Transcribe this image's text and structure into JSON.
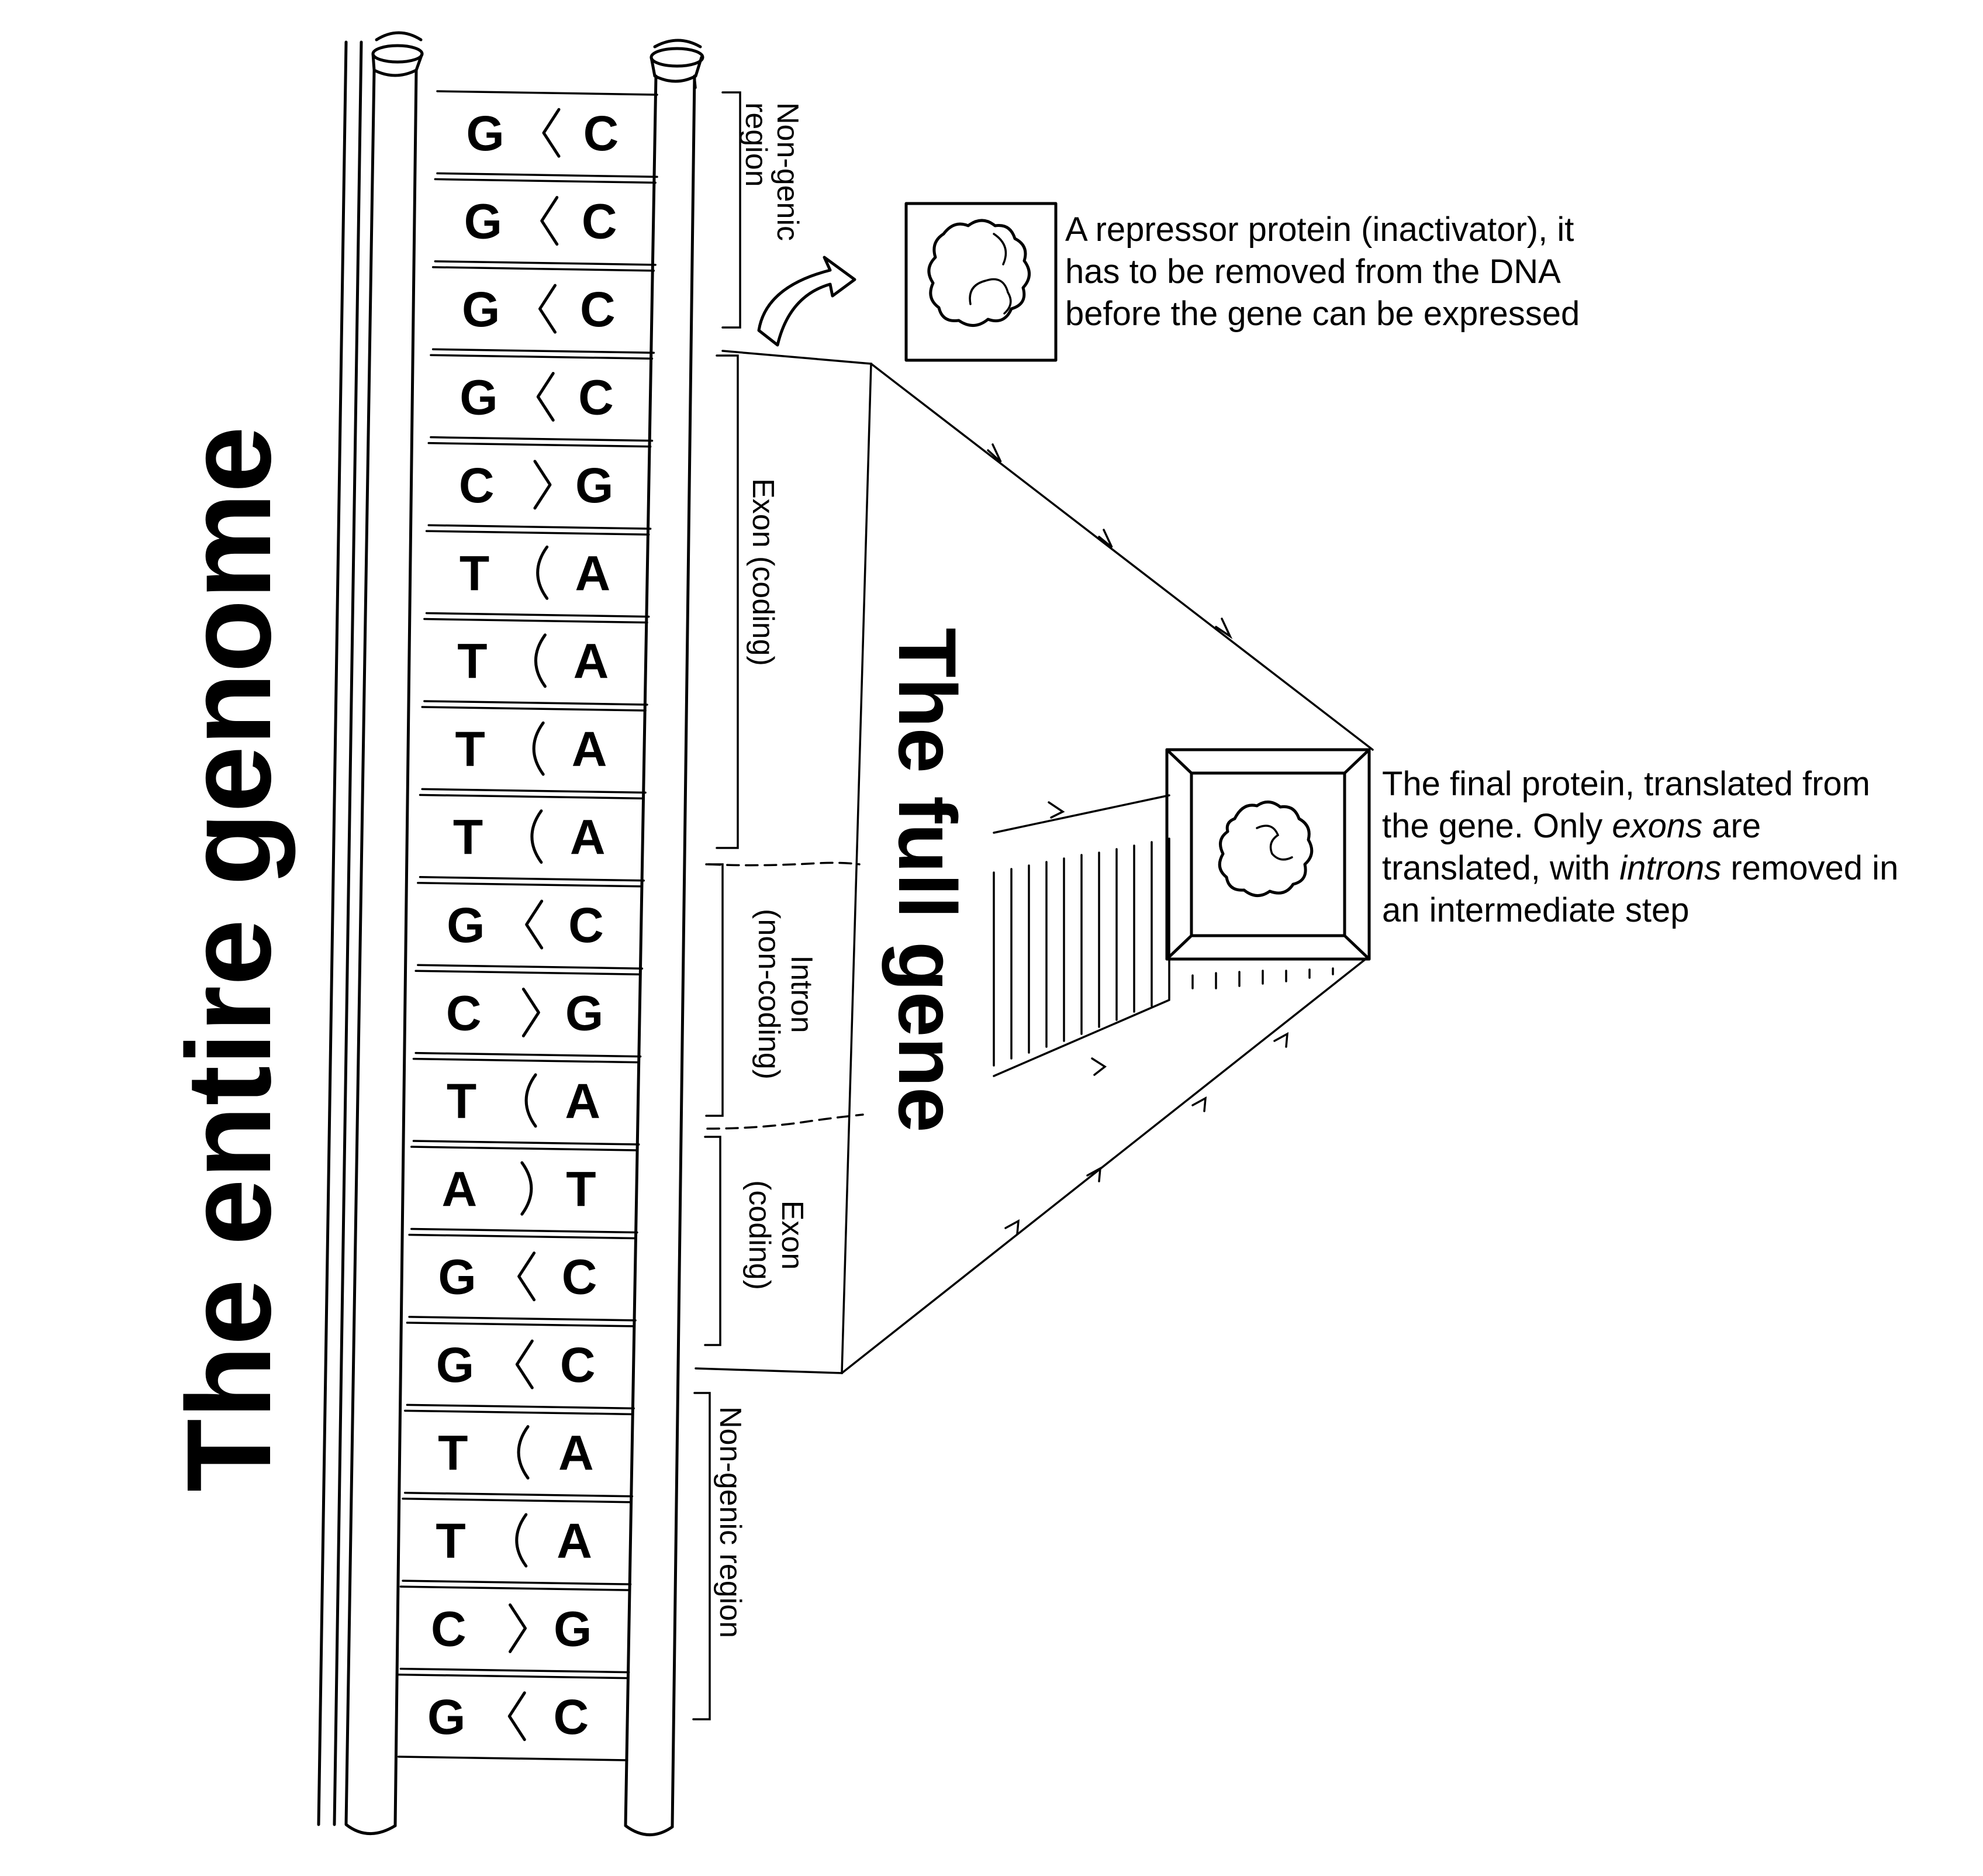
{
  "title": "The entire genome",
  "gene_label": "The full gene",
  "base_pairs": [
    {
      "left": "G",
      "right": "C"
    },
    {
      "left": "G",
      "right": "C"
    },
    {
      "left": "G",
      "right": "C"
    },
    {
      "left": "G",
      "right": "C"
    },
    {
      "left": "C",
      "right": "G"
    },
    {
      "left": "T",
      "right": "A"
    },
    {
      "left": "T",
      "right": "A"
    },
    {
      "left": "T",
      "right": "A"
    },
    {
      "left": "T",
      "right": "A"
    },
    {
      "left": "G",
      "right": "C"
    },
    {
      "left": "C",
      "right": "G"
    },
    {
      "left": "T",
      "right": "A"
    },
    {
      "left": "A",
      "right": "T"
    },
    {
      "left": "G",
      "right": "C"
    },
    {
      "left": "G",
      "right": "C"
    },
    {
      "left": "T",
      "right": "A"
    },
    {
      "left": "T",
      "right": "A"
    },
    {
      "left": "C",
      "right": "G"
    },
    {
      "left": "G",
      "right": "C"
    }
  ],
  "regions": {
    "nongenic_top": [
      "Non-genic",
      "region"
    ],
    "exon_1": [
      "Exon (coding)"
    ],
    "intron": [
      "Intron",
      "(non-coding)"
    ],
    "exon_2": [
      "Exon",
      "(coding)"
    ],
    "nongenic_bottom": [
      "Non-genic region"
    ]
  },
  "repressor_caption": [
    "A repressor protein (inactivator), it",
    "has to be removed from the DNA",
    "before the gene can be expressed"
  ],
  "protein_caption": {
    "line1": "The final protein, translated from",
    "line2_prefix": "the gene. Only ",
    "line2_em": "exons",
    "line2_suffix": " are",
    "line3_prefix": "translated, with ",
    "line3_em": "introns",
    "line3_suffix": " removed in",
    "line4": "an intermediate step"
  },
  "icons": [
    "repressor-protein-icon",
    "final-protein-icon",
    "arrow-icon"
  ]
}
